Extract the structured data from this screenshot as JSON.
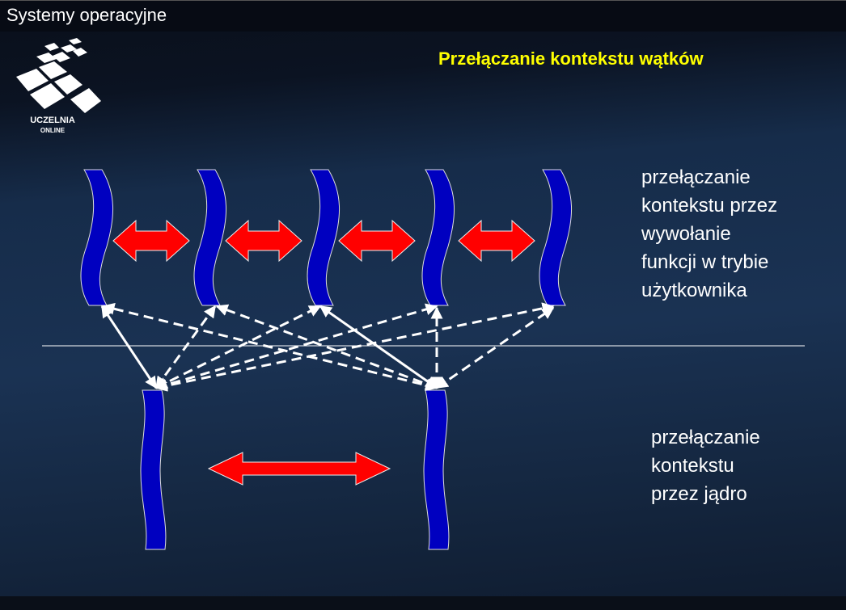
{
  "header": {
    "title": "Systemy operacyjne"
  },
  "logo": {
    "line1": "UCZELNIA",
    "line2": "ONLINE"
  },
  "slide": {
    "title": "Przełączanie kontekstu wątków",
    "user_caption": [
      "przełączanie",
      "kontekstu przez",
      "wywołanie",
      "funkcji w trybie",
      "użytkownika"
    ],
    "kernel_caption": [
      "przełączanie",
      "kontekstu",
      "przez jądro"
    ]
  },
  "colors": {
    "thread": "#0000c0",
    "arrow": "#ff0000",
    "title": "#ffff00"
  }
}
